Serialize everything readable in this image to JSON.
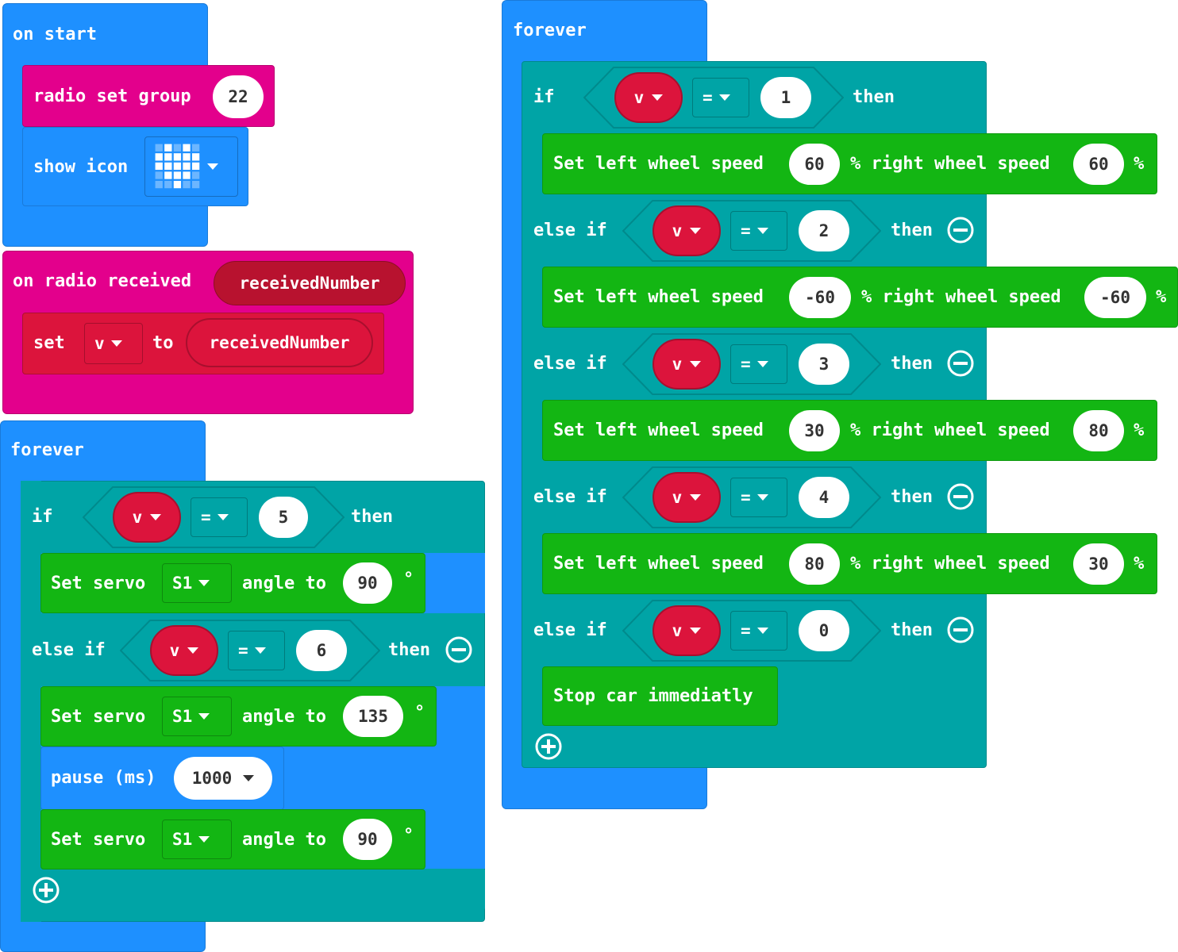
{
  "on_start": {
    "label": "on start",
    "radio_group_label": "radio set group",
    "radio_group_value": "22",
    "show_icon_label": "show icon",
    "icon_name": "heart-icon"
  },
  "on_radio": {
    "label": "on radio received",
    "param": "receivedNumber",
    "set_label": "set",
    "var": "v",
    "to_label": "to",
    "value": "receivedNumber"
  },
  "forever_left": {
    "label": "forever",
    "if_label": "if",
    "else_if_label": "else if",
    "then_label": "then",
    "var": "v",
    "op": "=",
    "if_value": "5",
    "else_if_value": "6",
    "set_servo_label": "Set servo",
    "servo": "S1",
    "angle_to_label": "angle to",
    "degree": "°",
    "angle1": "90",
    "angle2": "135",
    "pause_label": "pause (ms)",
    "pause_value": "1000",
    "angle3": "90"
  },
  "forever_right": {
    "label": "forever",
    "if_label": "if",
    "else_if_label": "else if",
    "then_label": "then",
    "var": "v",
    "op": "=",
    "set_left_label": "Set left wheel speed",
    "right_label": "% right wheel speed",
    "percent": "%",
    "conditions": [
      "1",
      "2",
      "3",
      "4",
      "0"
    ],
    "speeds": [
      {
        "left": "60",
        "right": "60"
      },
      {
        "left": "-60",
        "right": "-60"
      },
      {
        "left": "30",
        "right": "80"
      },
      {
        "left": "80",
        "right": "30"
      }
    ],
    "stop_label": "Stop car immediatly"
  },
  "colors": {
    "basic_blue": "#1e90ff",
    "radio_pink": "#e3008c",
    "variable_red": "#dc143c",
    "logic_teal": "#00a4a6",
    "motor_green": "#13b613"
  }
}
